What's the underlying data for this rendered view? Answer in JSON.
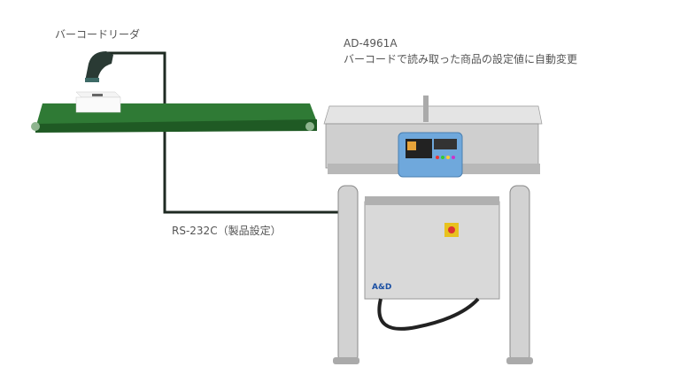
{
  "labels": {
    "barcode_reader": "バーコードリーダ",
    "model": "AD-4961A",
    "description": "バーコードで読み取った商品の設定値に自動変更",
    "connection": "RS-232C（製品設定）"
  },
  "logo": "A&D",
  "colors": {
    "conveyor": "#2f7a35",
    "cable": "#1e2a22",
    "display_panel": "#6fa8dc",
    "frame": "#c8c8c8"
  }
}
